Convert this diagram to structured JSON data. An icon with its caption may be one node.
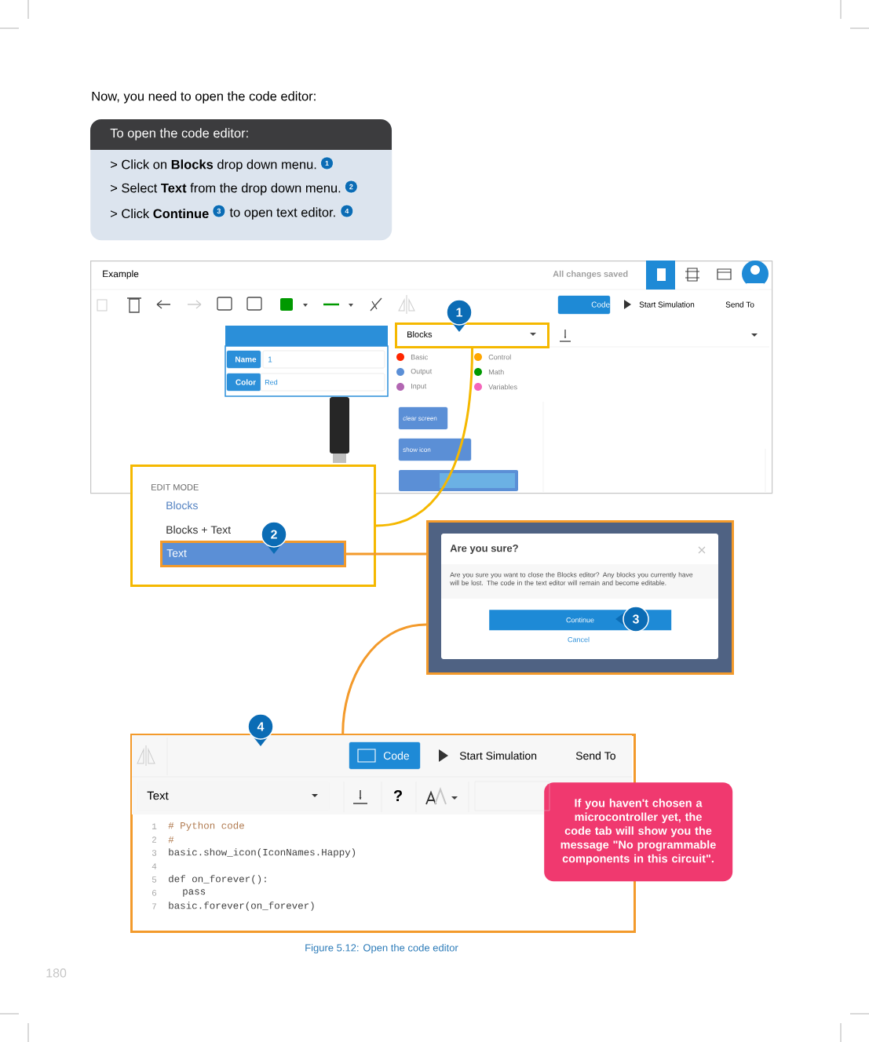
{
  "diagram": {
    "caption": "Figure 5.12: Open the code editor",
    "nodes": [
      {
        "text": [
          "To open the code editor:",
          "> Click on **Blocks** drop down menu.",
          "1",
          "> Select **Text** from the drop down menu.",
          "2",
          "> Click **Continue**",
          "3",
          "to open text editor.",
          "4"
        ]
      },
      {
        "text": [
          "Example",
          "All changes saved",
          "Code",
          "Start Simulation",
          "Send To",
          "Name",
          "1",
          "Color",
          "Red",
          "Basic",
          "Output",
          "Input",
          "Control",
          "Math",
          "Variables",
          "clear screen",
          "show icon"
        ]
      },
      {
        "text": [
          "Blocks"
        ],
        "in": 1
      },
      {
        "text": [
          "1"
        ],
        "in": 1
      },
      {
        "text": [
          "EDIT MODE",
          "Blocks",
          "Blocks + Text"
        ]
      },
      {
        "text": [
          "Text"
        ],
        "in": 4
      },
      {
        "text": [
          "2"
        ],
        "in": 4
      },
      {
        "text": [
          "Are you sure?",
          "Are you sure you want to close the Blocks editor? Any blocks you currently have will be lost. The code in the text editor will remain and become editable.",
          "Cancel"
        ]
      },
      {
        "text": [
          "Continue"
        ],
        "in": 7
      },
      {
        "text": [
          "3"
        ],
        "in": 7
      },
      {
        "text": [
          "Code",
          "Start Simulation",
          "Send To",
          "Text",
          "?",
          "1",
          "2",
          "3",
          "4",
          "5",
          "6",
          "7",
          "# Python code",
          "#",
          "basic.show_icon(IconNames.Happy)",
          "def on_forever():",
          "pass",
          "basic.forever(on_forever)"
        ]
      },
      {
        "text": [
          "4"
        ]
      },
      {
        "text": [
          "If you haven't chosen a microcontroller yet, the code tab will show you the message \"No programmable components in this circuit\"."
        ]
      }
    ],
    "edges": [
      {
        "from": 2,
        "to": 4,
        "arrow": "none",
        "color": "#f5b800"
      },
      {
        "from": 5,
        "to": 7,
        "arrow": "none"
      },
      {
        "from": 7,
        "to": 10,
        "arrow": "none"
      }
    ],
    "labels": [
      "Now, you need to open the code editor:",
      "180"
    ]
  }
}
